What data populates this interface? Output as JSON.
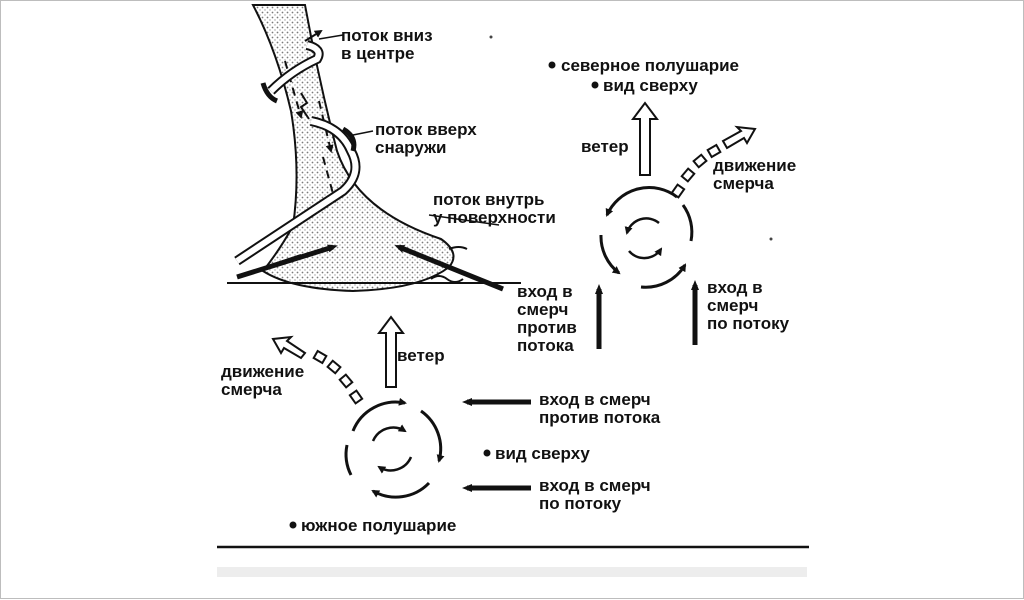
{
  "colors": {
    "ink": "#111111",
    "paper": "#ffffff",
    "stipple": "#bcbcbc",
    "frame": "#bdbdbd"
  },
  "tornado": {
    "down_center": [
      "поток  вниз",
      "в центре"
    ],
    "up_outside": [
      "поток  вверх",
      "снаружи"
    ],
    "inflow_surface": [
      "поток  внутрь",
      "у поверхности"
    ]
  },
  "north": {
    "title": "северное полушарие",
    "view": "вид  сверху",
    "wind": "ветер",
    "motion": [
      "движение",
      "смерча"
    ],
    "inflow_against": [
      "вход  в",
      "смерч",
      "против",
      "потока"
    ],
    "inflow_with": [
      "вход  в",
      "смерч",
      "по  потоку"
    ]
  },
  "south": {
    "title": "южное  полушарие",
    "view": "вид  сверху",
    "wind": "ветер",
    "motion": [
      "движение",
      "смерча"
    ],
    "inflow_against": [
      "вход  в  смерч",
      "против  потока"
    ],
    "inflow_with": [
      "вход  в  смерч",
      "по  потоку"
    ]
  }
}
